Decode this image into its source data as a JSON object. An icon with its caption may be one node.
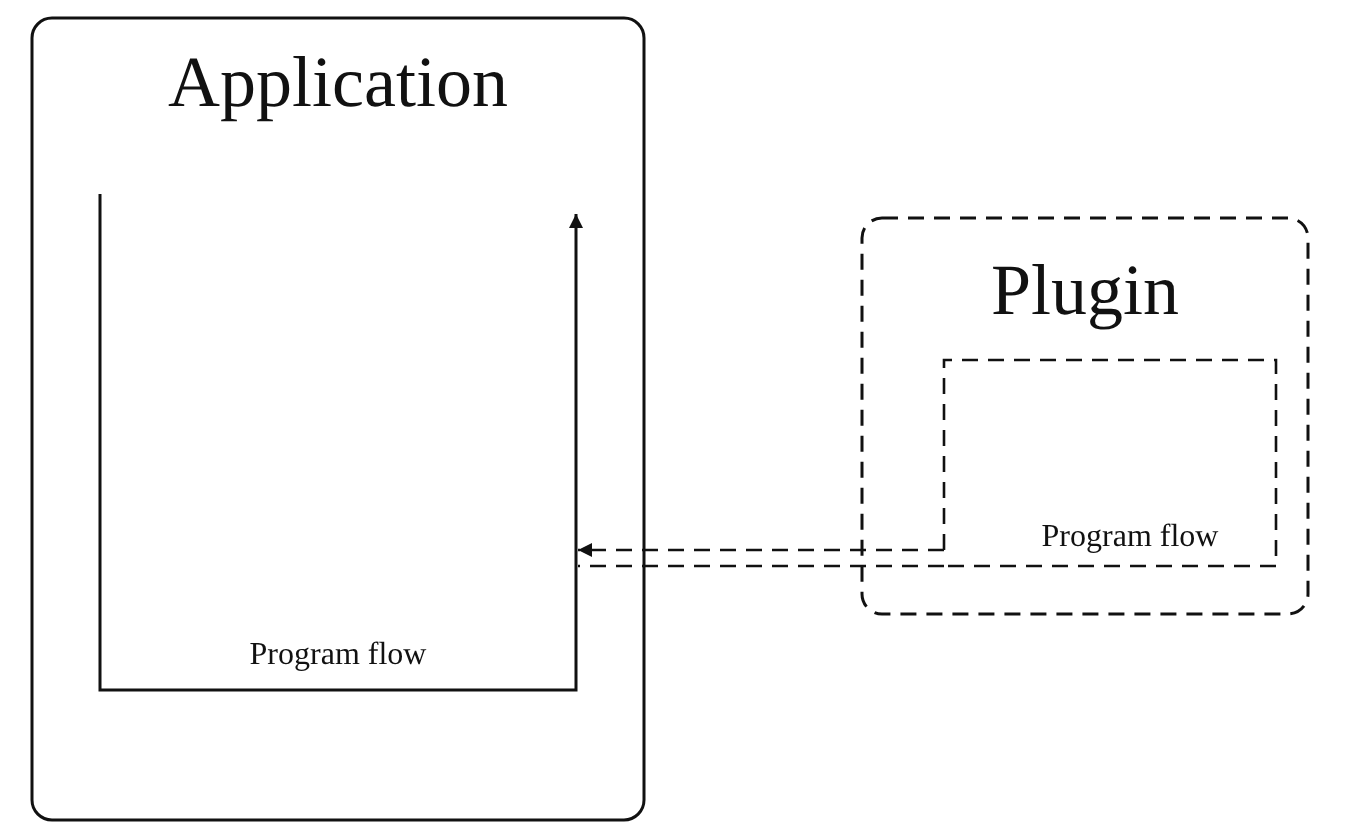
{
  "diagram": {
    "nodes": [
      {
        "text": [
          "Application"
        ]
      },
      {
        "text": [
          "Program flow"
        ],
        "in": 0
      },
      {
        "text": [
          "Plugin"
        ]
      },
      {
        "text": [
          "Program flow"
        ],
        "in": 2
      }
    ],
    "edges": [
      {
        "from": 3,
        "to": 1,
        "arrow": "to",
        "style": "dashed"
      },
      {
        "from": 3,
        "to": 1,
        "arrow": "none",
        "style": "dashed"
      }
    ]
  }
}
